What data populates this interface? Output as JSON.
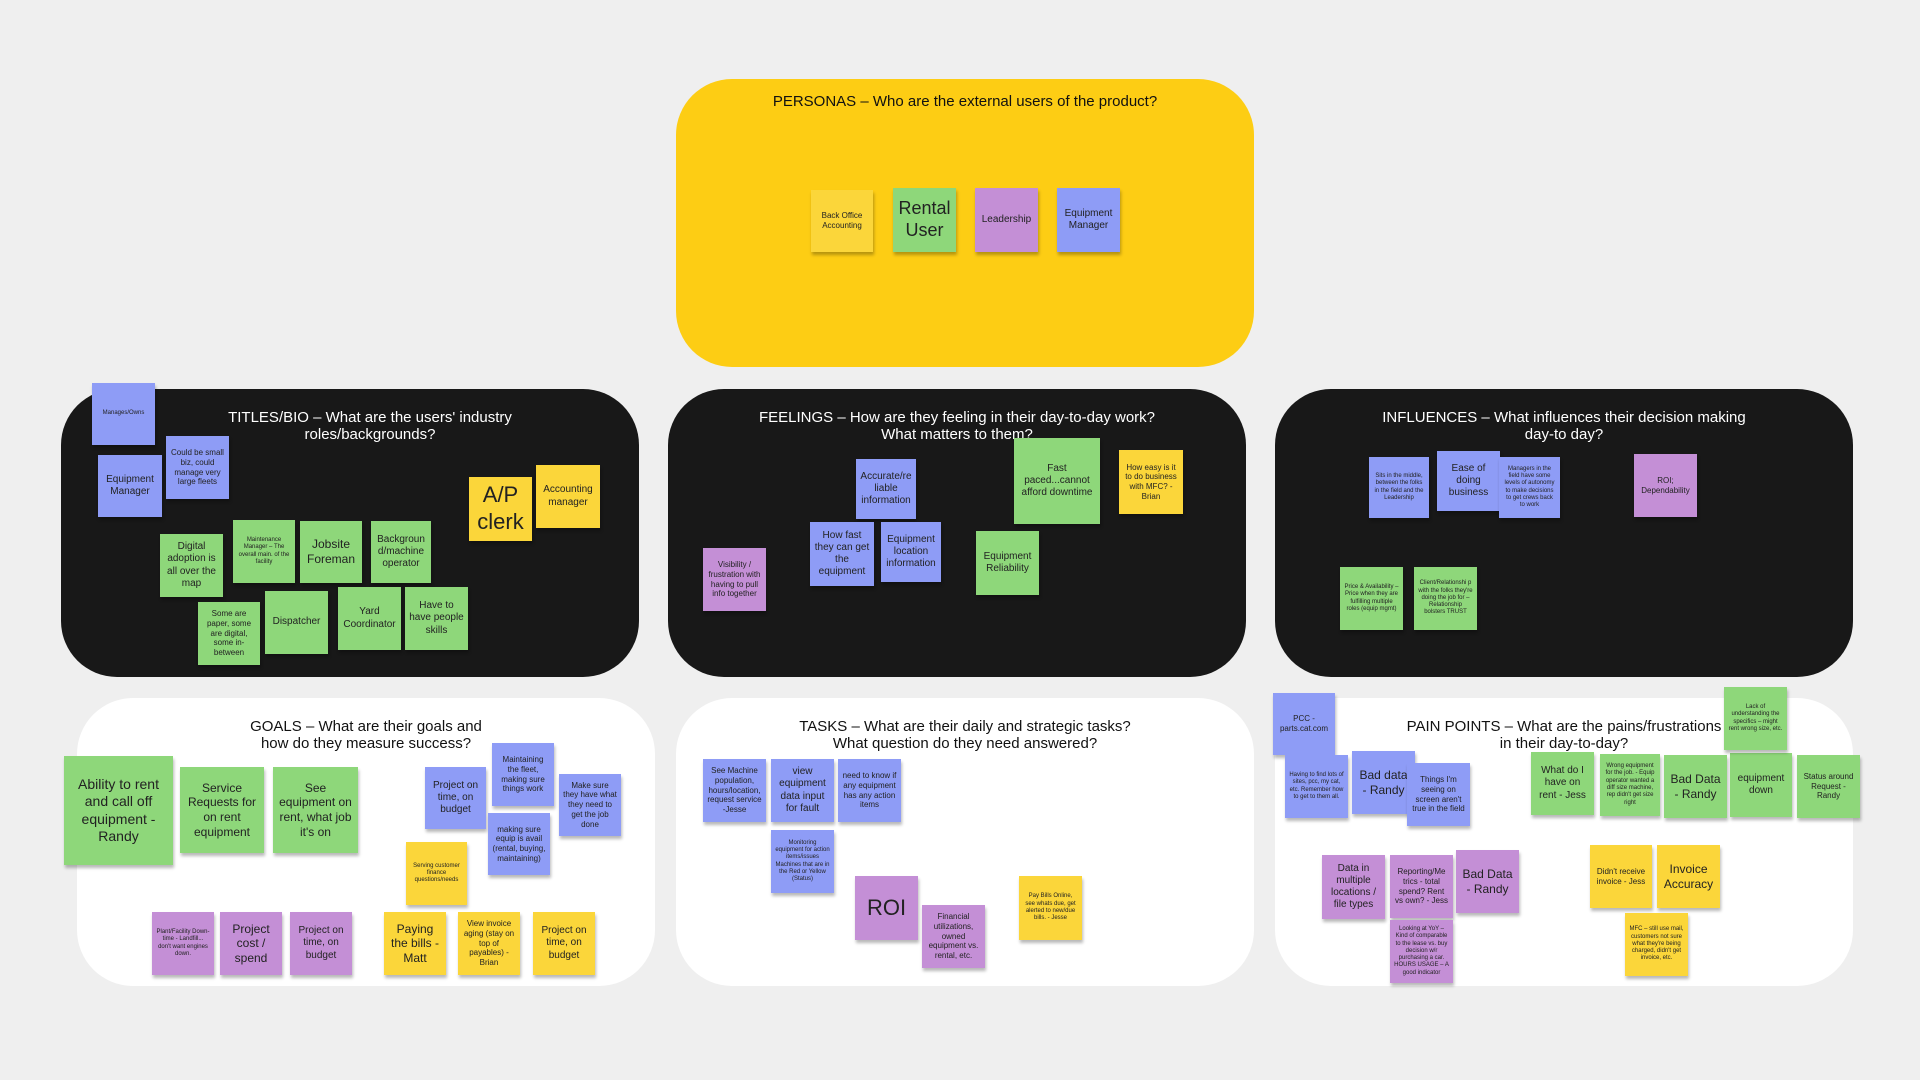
{
  "panels": {
    "personas": "PERSONAS – Who are the external users of the product?",
    "titles": "TITLES/BIO – What are the users' industry\nroles/backgrounds?",
    "feelings": "FEELINGS – How are they feeling in their day-to-day work?\nWhat matters to them?",
    "influences": "INFLUENCES – What influences their decision making\nday-to day?",
    "goals": "GOALS – What are their goals and\nhow do they measure success?",
    "tasks": "TASKS – What are their daily and strategic tasks?\nWhat question do they need answered?",
    "pain_points": "PAIN POINTS – What are the pains/frustrations\nin their day-to-day?"
  },
  "notes": {
    "personas": [
      "Back Office Accounting",
      "Rental User",
      "Leadership",
      "Equipment Manager"
    ],
    "titles": [
      "Manages/Owns",
      "Equipment Manager",
      "Could be small biz, could manage very large fleets",
      "Digital adoption is all over the map",
      "Maintenance Manager – The overall main. of the facility",
      "Jobsite Foreman",
      "Backgroun d/machine operator",
      "A/P clerk",
      "Accounting manager",
      "Some are paper, some are digital, some in-between",
      "Dispatcher",
      "Yard Coordinator",
      "Have to have people skills"
    ],
    "feelings": [
      "Accurate/re liable information",
      "Fast paced...cannot afford downtime",
      "How easy is it to do business with MFC? - Brian",
      "Visibility / frustration with having to pull info together",
      "How fast they can get the equipment",
      "Equipment location information",
      "Equipment Reliability"
    ],
    "influences": [
      "Sits in the middle, between the folks in the field and the Leadership",
      "Ease of doing business",
      "Managers in the field have some levels of autonomy to make decisions to get crews back to work",
      "ROI; Dependability",
      "Price & Availability – Price when they are fulfilling multiple roles (equip mgmt)",
      "Client/Relationshi p with the folks they're doing the job for – Relationship bolsters TRUST"
    ],
    "goals": [
      "Ability to rent and call off equipment - Randy",
      "Service Requests for on rent equipment",
      "See equipment on rent, what job it's on",
      "Project on time, on budget",
      "Maintaining the fleet, making sure things work",
      "Make sure they have what they need to get the job done",
      "Serving customer finance questions/needs",
      "making sure equip is avail (rental, buying, maintaining)",
      "Plant/Facility Down-time - Landfill... don't want engines down.",
      "Project cost / spend",
      "Project on time, on budget",
      "Paying the bills -Matt",
      "View invoice aging (stay on top of payables) - Brian",
      "Project on time, on budget"
    ],
    "tasks": [
      "See Machine population, hours/location, request service -Jesse",
      "view equipment data input for fault",
      "need to know if any equipment has any action items",
      "Monitoring equipment for action items/issues Machines that are in the Red or Yellow (Status)",
      "ROI",
      "Financial utilizations, owned equipment vs. rental, etc.",
      "Pay Bills Online, see whats due, get alerted to new/due bills. - Jesse"
    ],
    "pain_points": [
      "PCC - parts.cat.com",
      "Having to find lots of sites, pcc, my cat, etc. Remember how to get to them all.",
      "Bad data - Randy",
      "Things I'm seeing on screen aren't true in the field",
      "What do I have on rent - Jess",
      "Wrong equipment for the job. - Equip operator wanted a diff size machine, rep didn't get size right",
      "Bad Data - Randy",
      "equipment down",
      "Lack of understanding the specifics – might rent wrong size, etc.",
      "Status around Request - Randy",
      "Data in multiple locations / file types",
      "Reporting/Me trics - total spend? Rent vs own? - Jess",
      "Bad Data - Randy",
      "Didn't receive invoice - Jess",
      "Invoice Accuracy",
      "Looking at YoY – Kind of comparable to the lease vs. buy decision w/r purchasing a car. HOURS USAGE – A good indicator",
      "MFC – still use mail, customers not sure what they're being charged, didn't get invoice, etc."
    ]
  },
  "colors": {
    "background": "#efefef",
    "yellow_panel": "#fdcd14",
    "dark_panel": "#181818",
    "light_panel": "#ffffff",
    "sticky_green": "#8ed77a",
    "sticky_blue": "#8e9cf6",
    "sticky_purple": "#c48fd6",
    "sticky_yellow": "#fbd63a"
  }
}
